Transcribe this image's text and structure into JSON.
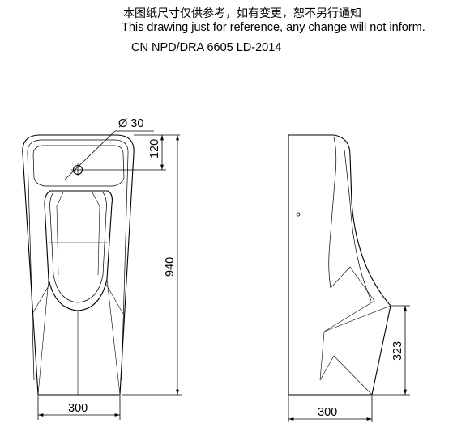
{
  "header": {
    "note_cn": "本图纸尺寸仅供参考，如有变更，恕不另行通知",
    "note_en": "This drawing just for reference, any change will not inform.",
    "model_code": "CN NPD/DRA 6605 LD-2014"
  },
  "front_view": {
    "hole_diameter": "Ø 30",
    "hole_offset": "120",
    "height": "940",
    "width": "300"
  },
  "side_view": {
    "outlet_height": "323",
    "depth": "300"
  }
}
